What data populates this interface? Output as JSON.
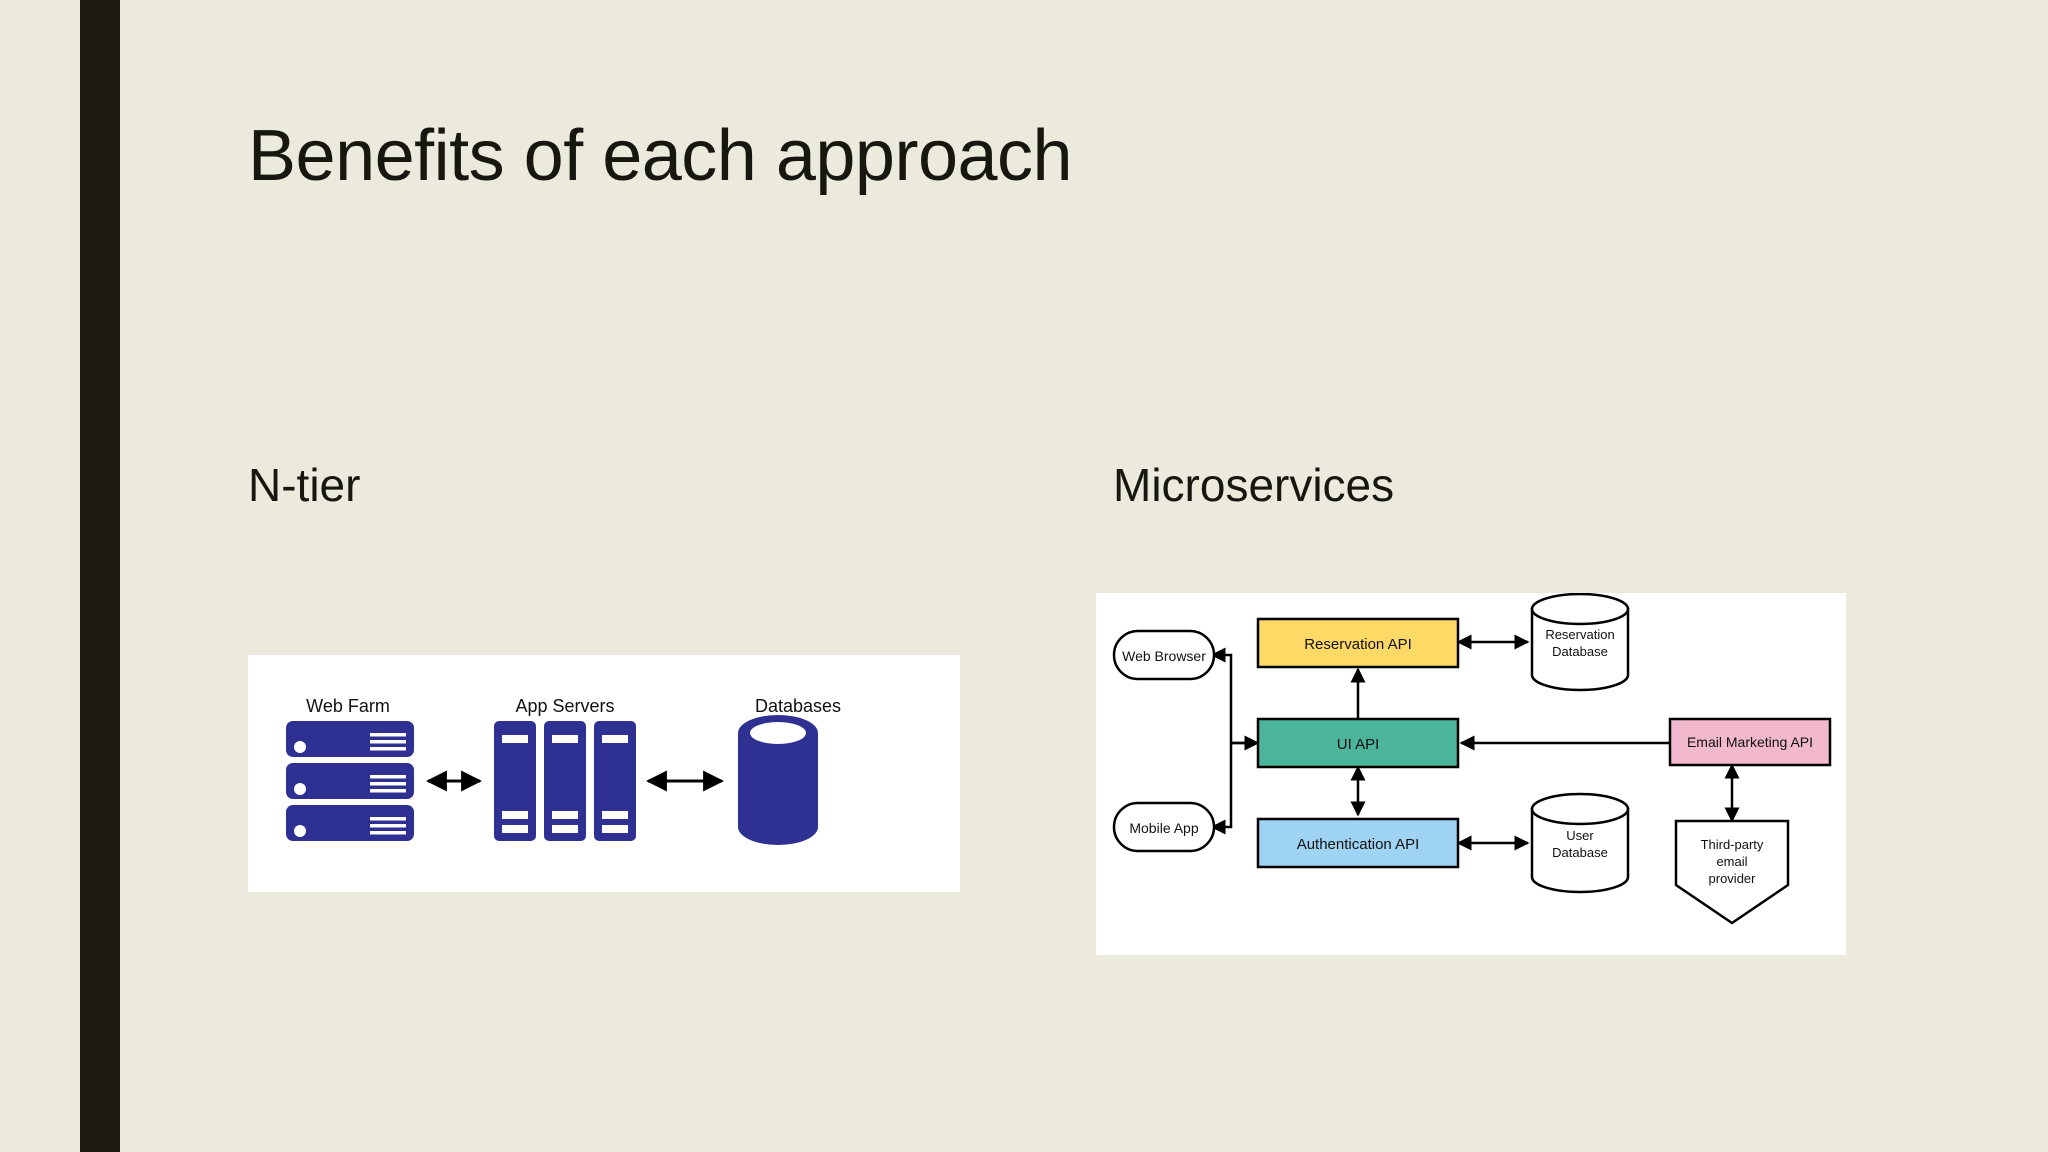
{
  "slide": {
    "title": "Benefits of each approach",
    "background_color": "#eceadc",
    "accent_bar_color": "#1c1a10",
    "text_color": "#17170f"
  },
  "columns": [
    {
      "id": "ntier",
      "heading": "N-tier"
    },
    {
      "id": "microservices",
      "heading": "Microservices"
    }
  ],
  "ntier_diagram": {
    "panel_background": "#ffffff",
    "shape_color": "#2e3192",
    "arrow_color": "#000000",
    "groups": [
      {
        "id": "web-farm",
        "label": "Web Farm",
        "shape": "stacked-servers",
        "count": 3
      },
      {
        "id": "app-servers",
        "label": "App Servers",
        "shape": "tower-servers",
        "count": 3
      },
      {
        "id": "databases",
        "label": "Databases",
        "shape": "cylinder",
        "count": 1
      }
    ],
    "connections": [
      {
        "from": "web-farm",
        "to": "app-servers",
        "arrow": "double"
      },
      {
        "from": "app-servers",
        "to": "databases",
        "arrow": "double"
      }
    ]
  },
  "microservices_diagram": {
    "panel_background": "#ffffff",
    "stroke_color": "#000000",
    "nodes": [
      {
        "id": "web-browser",
        "label": "Web Browser",
        "shape": "rounded-pill",
        "fill": "#ffffff"
      },
      {
        "id": "mobile-app",
        "label": "Mobile App",
        "shape": "rounded-pill",
        "fill": "#ffffff"
      },
      {
        "id": "reservation-api",
        "label": "Reservation API",
        "shape": "rectangle",
        "fill": "#ffd966"
      },
      {
        "id": "ui-api",
        "label": "UI API",
        "shape": "rectangle",
        "fill": "#4bb49a"
      },
      {
        "id": "authentication-api",
        "label": "Authentication API",
        "shape": "rectangle",
        "fill": "#9fd3f3"
      },
      {
        "id": "email-marketing-api",
        "label": "Email Marketing API",
        "shape": "rectangle",
        "fill": "#f2b8cd"
      },
      {
        "id": "reservation-database",
        "label": "Reservation Database",
        "shape": "cylinder",
        "fill": "#ffffff"
      },
      {
        "id": "user-database",
        "label": "User Database",
        "shape": "cylinder",
        "fill": "#ffffff"
      },
      {
        "id": "third-party-email-provider",
        "label": "Third-party email provider",
        "shape": "pentagon-down",
        "fill": "#ffffff"
      }
    ],
    "edges": [
      {
        "from": "ui-api",
        "to": "web-browser",
        "arrow": "single"
      },
      {
        "from": "ui-api",
        "to": "mobile-app",
        "arrow": "single"
      },
      {
        "from": "web-browser",
        "to": "ui-api",
        "arrow": "single"
      },
      {
        "from": "ui-api",
        "to": "reservation-api",
        "arrow": "single"
      },
      {
        "from": "reservation-api",
        "to": "reservation-database",
        "arrow": "double"
      },
      {
        "from": "ui-api",
        "to": "authentication-api",
        "arrow": "double"
      },
      {
        "from": "authentication-api",
        "to": "user-database",
        "arrow": "double"
      },
      {
        "from": "email-marketing-api",
        "to": "ui-api",
        "arrow": "single"
      },
      {
        "from": "email-marketing-api",
        "to": "third-party-email-provider",
        "arrow": "double"
      }
    ],
    "labels": {
      "third_party_line_1": "Third-party",
      "third_party_line_2": "email",
      "third_party_line_3": "provider",
      "reservation_db_line_1": "Reservation",
      "reservation_db_line_2": "Database",
      "user_db_line_1": "User",
      "user_db_line_2": "Database"
    }
  }
}
